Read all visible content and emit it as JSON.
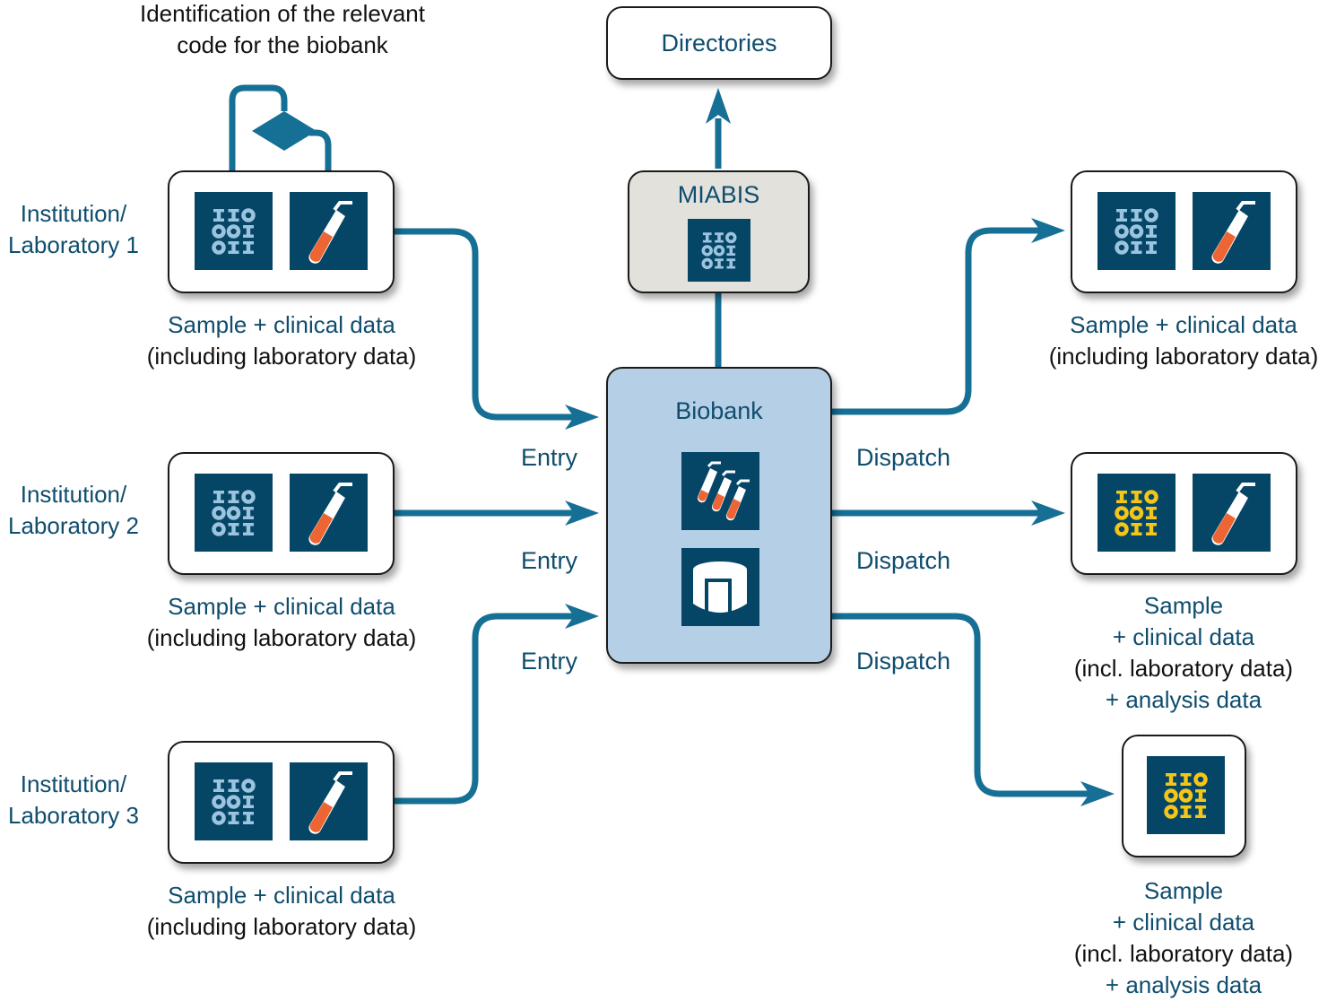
{
  "title_note": {
    "line1": "Identification of the relevant",
    "line2": "code for the biobank"
  },
  "colors": {
    "arrow": "#166f94",
    "tile": "#054667",
    "code_light": "#9cc4de",
    "code_yellow": "#f5c518",
    "tube_liquid": "#ee6534",
    "biobank_fill": "#b5d0e6",
    "miabis_fill": "#e2e1dc",
    "label_blue": "#0f4d6e"
  },
  "institutions": [
    {
      "label_line1": "Institution/",
      "label_line2": "Laboratory 1",
      "caption_line1": "Sample + clinical data",
      "caption_line2": "(including laboratory data)",
      "flow_label": "Entry"
    },
    {
      "label_line1": "Institution/",
      "label_line2": "Laboratory 2",
      "caption_line1": "Sample + clinical data",
      "caption_line2": "(including laboratory data)",
      "flow_label": "Entry"
    },
    {
      "label_line1": "Institution/",
      "label_line2": "Laboratory 3",
      "caption_line1": "Sample + clinical data",
      "caption_line2": "(including laboratory data)",
      "flow_label": "Entry"
    }
  ],
  "center": {
    "directories": "Directories",
    "miabis": "MIABIS",
    "biobank": "Biobank"
  },
  "code_icon": {
    "rows": [
      "IIO",
      "OOI",
      "OII"
    ]
  },
  "outputs": [
    {
      "flow_label": "Dispatch",
      "caption": [
        "Sample + clinical data",
        "(including laboratory data)"
      ]
    },
    {
      "flow_label": "Dispatch",
      "caption": [
        "Sample",
        "+ clinical data",
        "(incl. laboratory data)",
        "+ analysis data"
      ]
    },
    {
      "flow_label": "Dispatch",
      "caption": [
        "Sample",
        "+ clinical data",
        "(incl. laboratory data)",
        "+ analysis data"
      ]
    }
  ]
}
